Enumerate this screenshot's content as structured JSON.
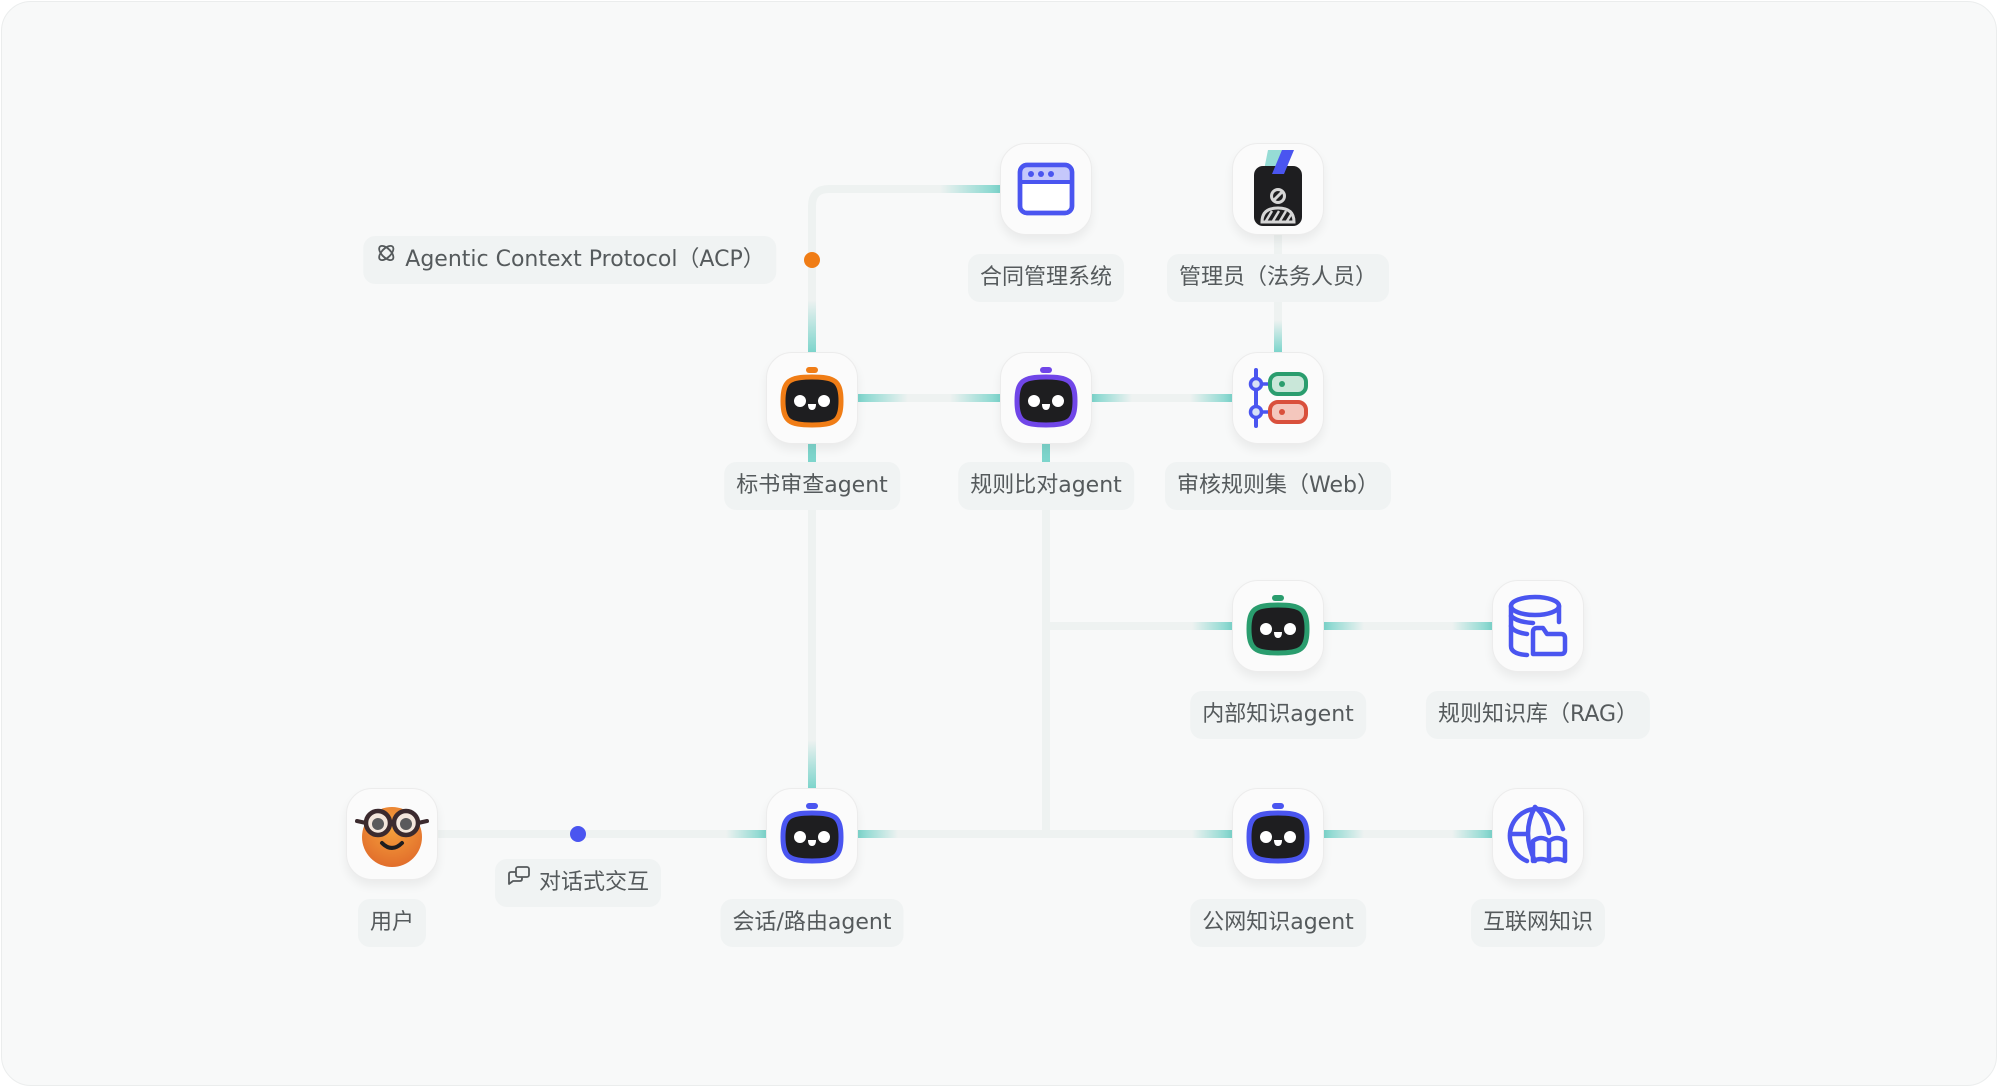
{
  "colors": {
    "background": "#f8f9f9",
    "wire": "#eef2f1",
    "wire_active": "#7dd5cc",
    "label_bg": "#f0f3f3",
    "label_text": "#555a5c",
    "blue": "#4a55f0",
    "orange": "#f07d16",
    "purple": "#7046e8",
    "green": "#2a9d6e",
    "red": "#d9503c"
  },
  "protocol": {
    "label": "Agentic Context Protocol（ACP）",
    "icon": "orbit-icon",
    "dot_color": "#f07d16"
  },
  "interaction": {
    "label": "对话式交互",
    "icon": "chat-windows-icon",
    "dot_color": "#4a55f0"
  },
  "nodes": {
    "contract_system": {
      "label": "合同管理系统",
      "icon": "browser-window-icon"
    },
    "admin": {
      "label": "管理员（法务人员）",
      "icon": "id-badge-icon"
    },
    "bid_review_agent": {
      "label": "标书审查agent",
      "icon": "robot-icon",
      "accent": "#f07d16"
    },
    "rule_compare_agent": {
      "label": "规则比对agent",
      "icon": "robot-icon",
      "accent": "#7046e8"
    },
    "audit_rules": {
      "label": "审核规则集（Web）",
      "icon": "rule-tree-icon"
    },
    "internal_knowledge_agent": {
      "label": "内部知识agent",
      "icon": "robot-icon",
      "accent": "#2a9d6e"
    },
    "rule_knowledge_base": {
      "label": "规则知识库（RAG）",
      "icon": "database-folder-icon"
    },
    "user": {
      "label": "用户",
      "icon": "nerd-face-avatar"
    },
    "routing_agent": {
      "label": "会话/路由agent",
      "icon": "robot-icon",
      "accent": "#4a55f0"
    },
    "public_knowledge_agent": {
      "label": "公网知识agent",
      "icon": "robot-icon",
      "accent": "#4a55f0"
    },
    "internet_knowledge": {
      "label": "互联网知识",
      "icon": "globe-book-icon"
    }
  }
}
